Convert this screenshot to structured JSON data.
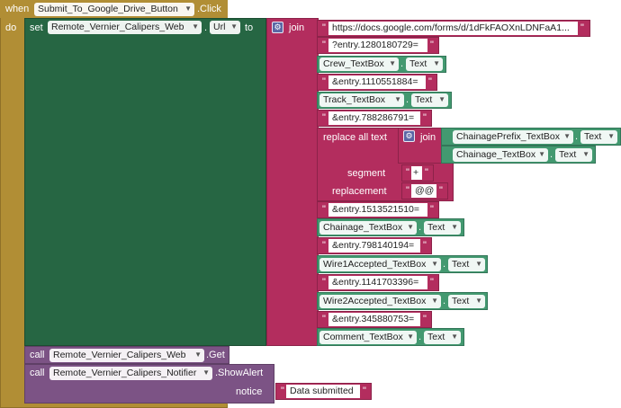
{
  "event": {
    "when_label": "when",
    "component": "Submit_To_Google_Drive_Button",
    "event_name": ".Click",
    "do_label": "do"
  },
  "setter": {
    "set_label": "set",
    "component": "Remote_Vernier_Calipers_Web",
    "dot": ".",
    "property": "Url",
    "to_label": "to"
  },
  "join_label": "join",
  "url_text": "https://docs.google.com/forms/d/1dFkFAOXnLDNFaA1...",
  "strings": {
    "s1": "?entry.1280180729=",
    "s2": "&entry.1110551884=",
    "s3": "&entry.788286791=",
    "s4": "&entry.1513521510=",
    "s5": "&entry.798140194=",
    "s6": "&entry.1141703396=",
    "s7": "&entry.345880753="
  },
  "components": {
    "crew": "Crew_TextBox",
    "track": "Track_TextBox",
    "chainage": "Chainage_TextBox",
    "wire1": "Wire1Accepted_TextBox",
    "wire2": "Wire2Accepted_TextBox",
    "comment": "Comment_TextBox",
    "chainage_prefix": "ChainagePrefix_TextBox"
  },
  "property_text": "Text",
  "dot": ".",
  "quote": "\"",
  "replace": {
    "label": "replace all text",
    "segment_label": "segment",
    "segment_value": "+",
    "replacement_label": "replacement",
    "replacement_value": "@@",
    "join_label": "join"
  },
  "call_get": {
    "call_label": "call",
    "component": "Remote_Vernier_Calipers_Web",
    "method": ".Get"
  },
  "call_alert": {
    "call_label": "call",
    "component": "Remote_Vernier_Calipers_Notifier",
    "method": ".ShowAlert",
    "notice_label": "notice",
    "notice_value": "Data submitted"
  },
  "colors": {
    "event": "#b18e35",
    "setter": "#266643",
    "text": "#b32d5e",
    "component": "#439970",
    "call": "#7c5385"
  },
  "icons": {
    "mutator": "gear-icon",
    "dropdown": "chevron-down-icon"
  }
}
